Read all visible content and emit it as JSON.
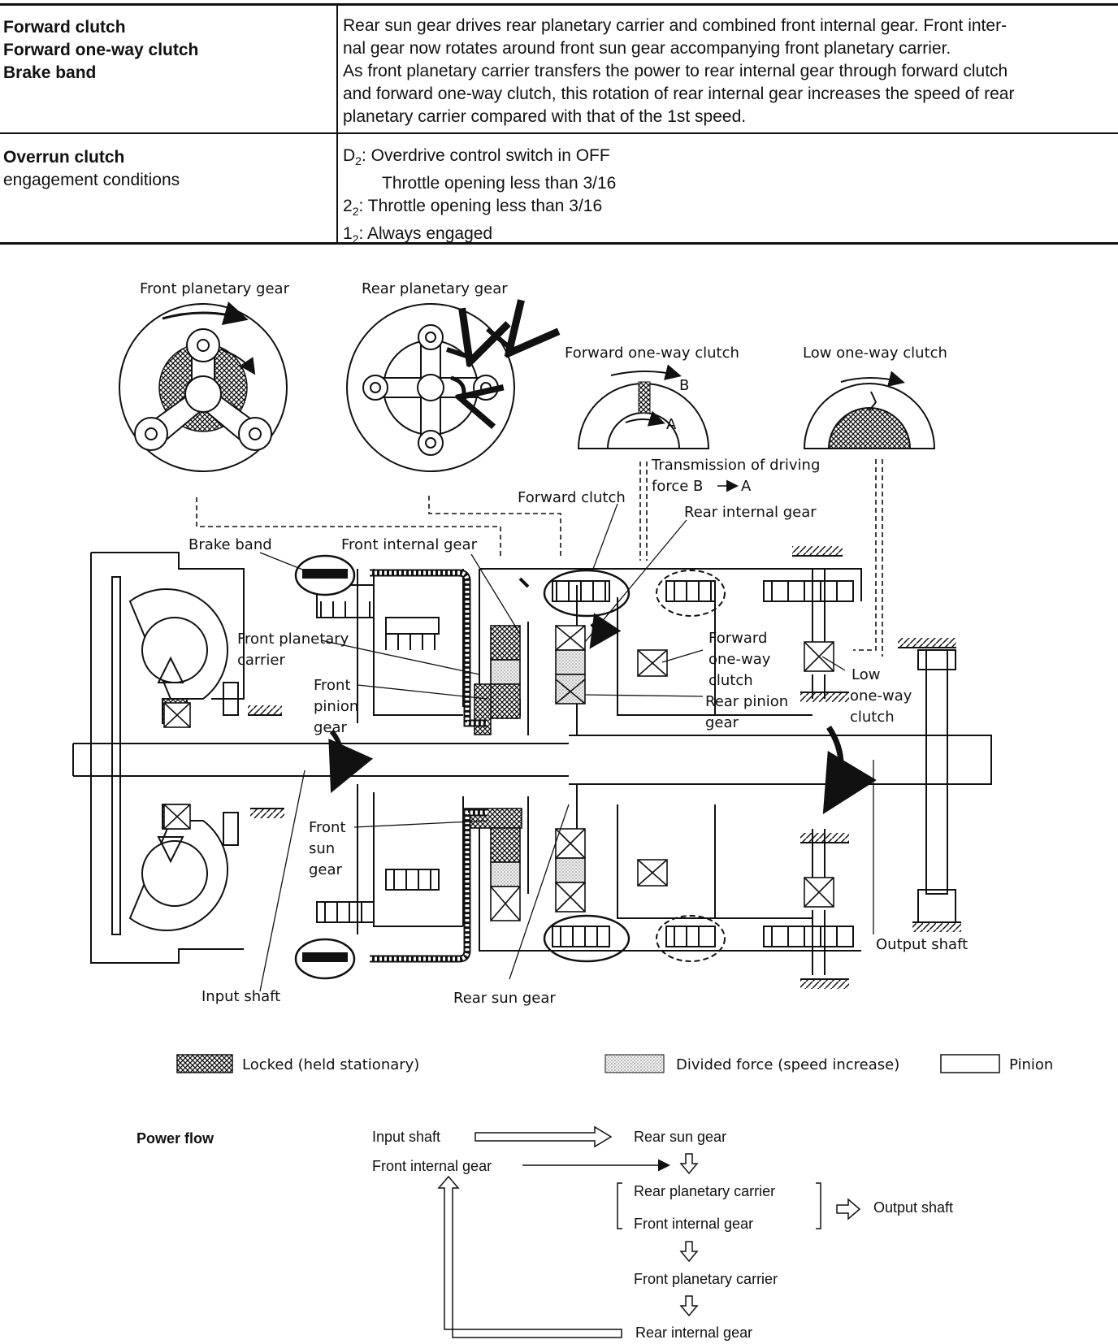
{
  "table": {
    "rows": [
      {
        "left": [
          "Forward clutch",
          "Forward one-way clutch",
          "Brake band"
        ],
        "right": [
          "Rear sun gear drives rear planetary carrier and combined front internal gear. Front inter-",
          "nal gear now rotates around front sun gear accompanying front planetary carrier.",
          "As front planetary carrier transfers the power to rear internal gear through forward clutch",
          "and forward one-way clutch, this rotation of rear internal gear increases the speed of rear",
          "planetary carrier compared with that of the 1st speed."
        ]
      },
      {
        "left_bold": "Overrun clutch",
        "left_plain": "engagement conditions",
        "right": [
          {
            "prefix": "D",
            "sub": "2",
            "text": ": Overdrive control switch in OFF"
          },
          {
            "prefix": "",
            "sub": "",
            "text": "Throttle opening less than 3/16"
          },
          {
            "prefix": "2",
            "sub": "2",
            "text": ": Throttle opening less than 3/16"
          },
          {
            "prefix": "1",
            "sub": "2",
            "text": ": Always engaged"
          }
        ]
      }
    ]
  },
  "diagram": {
    "labels": {
      "front_planetary_gear": "Front planetary gear",
      "rear_planetary_gear": "Rear planetary gear",
      "forward_one_way_clutch_top": "Forward one-way clutch",
      "low_one_way_clutch_top": "Low one-way clutch",
      "b": "B",
      "a": "A",
      "transmission_1": "Transmission of driving",
      "transmission_2": "force B",
      "transmission_3": "A",
      "forward_clutch": "Forward clutch",
      "rear_internal_gear": "Rear internal gear",
      "brake_band": "Brake band",
      "front_internal_gear": "Front internal gear",
      "front_planetary_carrier_1": "Front planetary",
      "front_planetary_carrier_2": "carrier",
      "front_pinion_1": "Front",
      "front_pinion_2": "pinion",
      "front_pinion_3": "gear",
      "forward_owc_1": "Forward",
      "forward_owc_2": "one-way",
      "forward_owc_3": "clutch",
      "rear_pinion_1": "Rear pinion",
      "rear_pinion_2": "gear",
      "low_owc_1": "Low",
      "low_owc_2": "one-way",
      "low_owc_3": "clutch",
      "front_sun_1": "Front",
      "front_sun_2": "sun",
      "front_sun_3": "gear",
      "input_shaft": "Input shaft",
      "rear_sun_gear": "Rear sun gear",
      "output_shaft": "Output shaft"
    },
    "legend": {
      "locked": "Locked (held stationary)",
      "divided": "Divided force (speed increase)",
      "pinion": "Pinion"
    }
  },
  "power_flow": {
    "title": "Power flow",
    "input_shaft": "Input shaft",
    "rear_sun_gear": "Rear sun gear",
    "front_internal_gear": "Front internal gear",
    "rear_planetary_carrier": "Rear planetary carrier",
    "front_internal_gear_2": "Front internal gear",
    "output_shaft": "Output shaft",
    "front_planetary_carrier": "Front planetary carrier",
    "rear_internal_gear": "Rear internal gear"
  }
}
